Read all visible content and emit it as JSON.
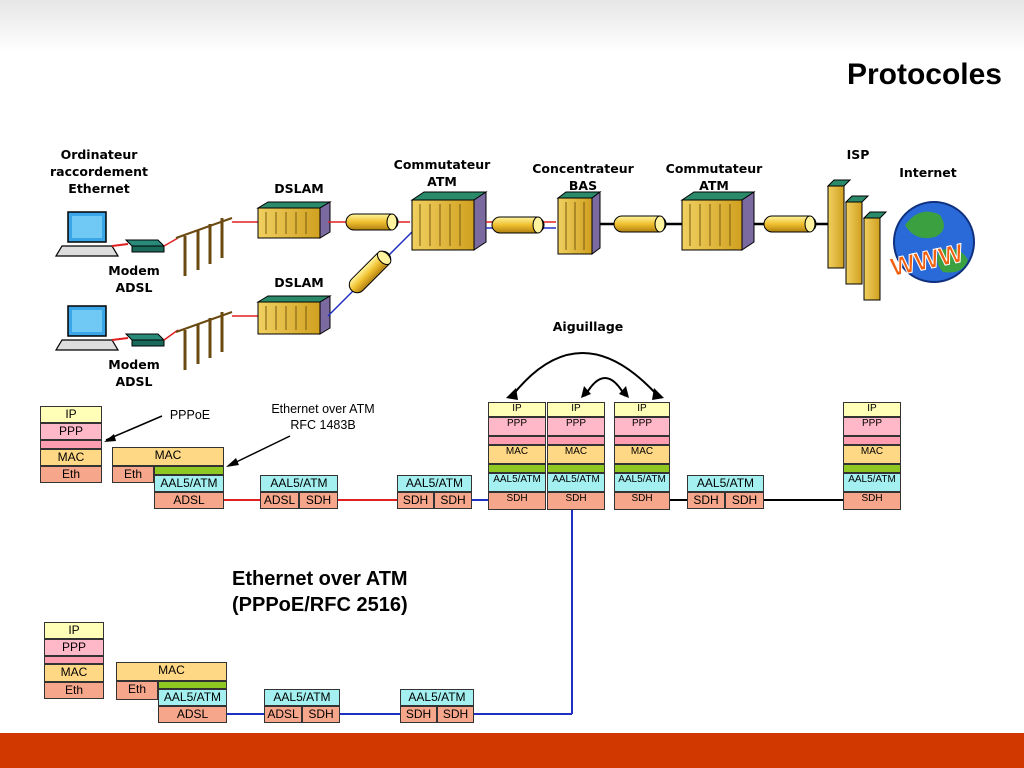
{
  "title": "Protocoles",
  "top_labels": {
    "ordinateur": "Ordinateur raccordement Ethernet",
    "modem1": "Modem ADSL",
    "modem2": "Modem ADSL",
    "dslam1": "DSLAM",
    "dslam2": "DSLAM",
    "commutateur1": "Commutateur ATM",
    "concentrateur": "Concentrateur BAS",
    "commutateur2": "Commutateur ATM",
    "isp": "ISP",
    "internet": "Internet",
    "aiguillage": "Aiguillage"
  },
  "annotations": {
    "pppoe": "PPPoE",
    "eth_over_atm": "Ethernet over ATM RFC 1483B"
  },
  "heading": {
    "line1": "Ethernet over ATM",
    "line2": "(PPPoE/RFC 2516)"
  },
  "stack": {
    "ip": "IP",
    "ppp": "PPP",
    "mac": "MAC",
    "eth": "Eth",
    "aal": "AAL5/ATM",
    "adsl": "ADSL",
    "sdh": "SDH"
  },
  "colors": {
    "red_link": "#e02020",
    "blue_link": "#2030c0",
    "bottom_bar": "#d03800"
  }
}
